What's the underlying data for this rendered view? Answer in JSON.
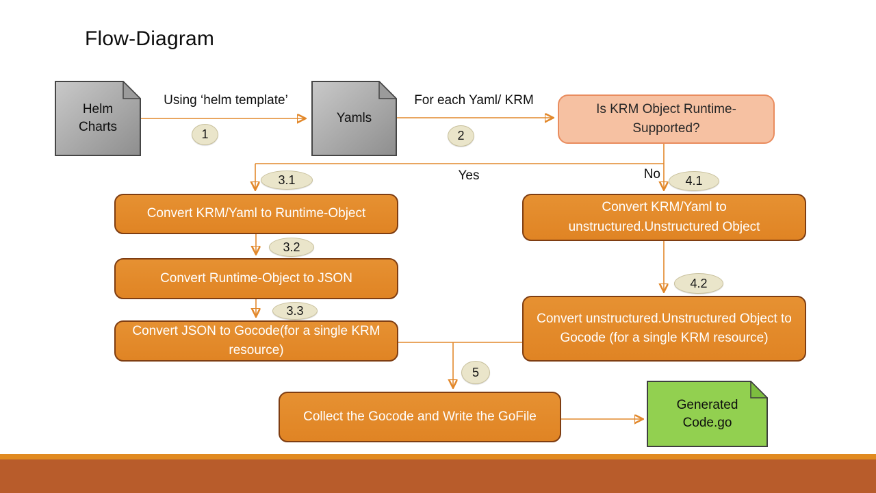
{
  "title": "Flow-Diagram",
  "nodes": {
    "helm": {
      "label": "Helm Charts"
    },
    "yamls": {
      "label": "Yamls"
    },
    "decision": {
      "label": "Is KRM Object Runtime-Supported?"
    },
    "convert_runtime": {
      "label": "Convert KRM/Yaml to Runtime-Object"
    },
    "convert_json": {
      "label": "Convert Runtime-Object to JSON"
    },
    "convert_gocode": {
      "label": "Convert JSON to Gocode(for a single KRM resource)"
    },
    "convert_unstructured": {
      "label": "Convert KRM/Yaml to unstructured.Unstructured Object"
    },
    "convert_unstructured_gocode": {
      "label": "Convert unstructured.Unstructured Object to Gocode (for a single KRM resource)"
    },
    "collect": {
      "label": "Collect the Gocode and Write the GoFile"
    },
    "generated": {
      "label": "Generated Code.go"
    }
  },
  "edge_labels": {
    "using_helm_template": "Using ‘helm template’",
    "for_each_yaml": "For each Yaml/ KRM",
    "yes": "Yes",
    "no": "No"
  },
  "step_badges": {
    "s1": "1",
    "s2": "2",
    "s31": "3.1",
    "s32": "3.2",
    "s33": "3.3",
    "s41": "4.1",
    "s42": "4.2",
    "s5": "5"
  },
  "colors": {
    "connector": "#E2882B",
    "process_fill": "#E2882B",
    "process_border": "#7E3D12",
    "decision_fill": "#F6C1A2",
    "decision_border": "#E98C5E",
    "doc_gray_fill": "#ADADAD",
    "doc_gray_border": "#454545",
    "doc_green_fill": "#92D050",
    "doc_green_border": "#3F3F3F",
    "badge_fill": "#EAE5CA",
    "footer_strip": "#E18A20",
    "footer_band": "#B85C2B"
  }
}
